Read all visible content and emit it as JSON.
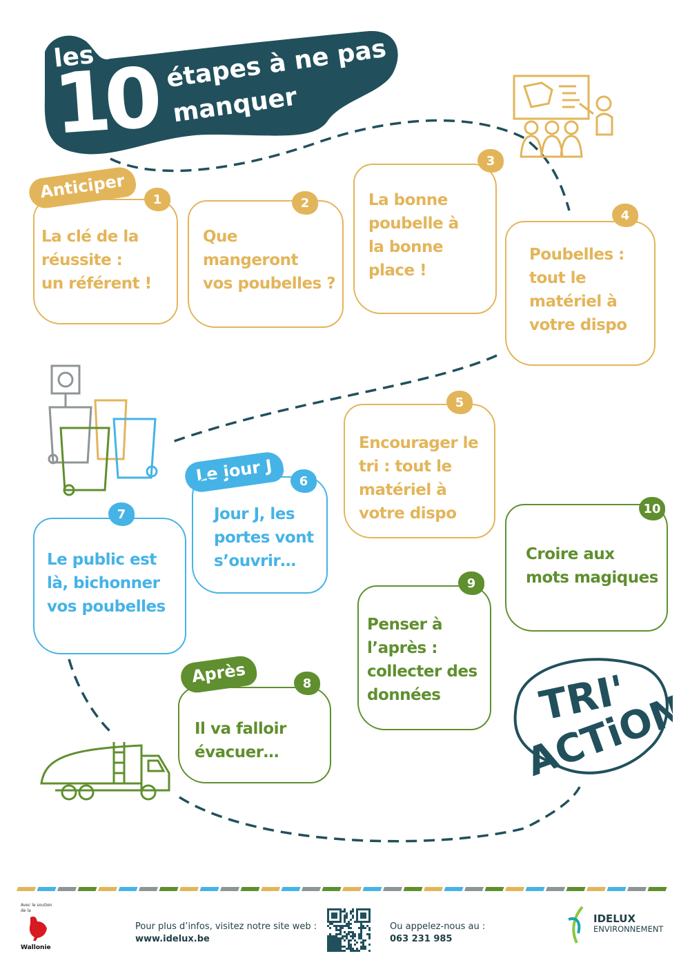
{
  "title": {
    "les": "les",
    "number": "10",
    "line1": "étapes à ne pas",
    "line2": "manquer"
  },
  "tags": {
    "anticiper": "Anticiper",
    "jour_j": "Le jour J",
    "apres": "Après"
  },
  "steps": [
    {
      "number": "1",
      "text": "La clé de la\nréussite :\nun référent !"
    },
    {
      "number": "2",
      "text": "Que\nmangeront\nvos poubelles ?"
    },
    {
      "number": "3",
      "text": "La bonne\npoubelle à\nla bonne\nplace !"
    },
    {
      "number": "4",
      "text": "Poubelles :\ntout le\nmatériel à\nvotre dispo"
    },
    {
      "number": "5",
      "text": "Encourager le\ntri : tout le\nmatériel à\nvotre dispo"
    },
    {
      "number": "6",
      "text": "Jour J, les\nportes vont\ns’ouvrir…"
    },
    {
      "number": "7",
      "text": "Le public est\nlà, bichonner\nvos poubelles"
    },
    {
      "number": "8",
      "text": "Il va falloir\névacuer…"
    },
    {
      "number": "9",
      "text": "Penser à\nl’après :\ncollecter des\ndonnées"
    },
    {
      "number": "10",
      "text": "Croire aux\nmots magiques"
    }
  ],
  "logo_tri_action": "TRI'ACTION",
  "footer": {
    "support": "Avec le soutien de la",
    "wallonie": "Wallonie",
    "web_label": "Pour plus d’infos, visitez notre site web :",
    "web_url": "www.idelux.be",
    "phone_label": "Ou appelez-nous au :",
    "phone": "063 231 985",
    "idelux": "IDELUX",
    "idelux_sub": "ENVIRONNEMENT"
  },
  "colors": {
    "yellow": "#e3b55a",
    "blue": "#45b3e6",
    "green": "#5f8f2e",
    "teal": "#21505c",
    "gray": "#8f9496"
  }
}
